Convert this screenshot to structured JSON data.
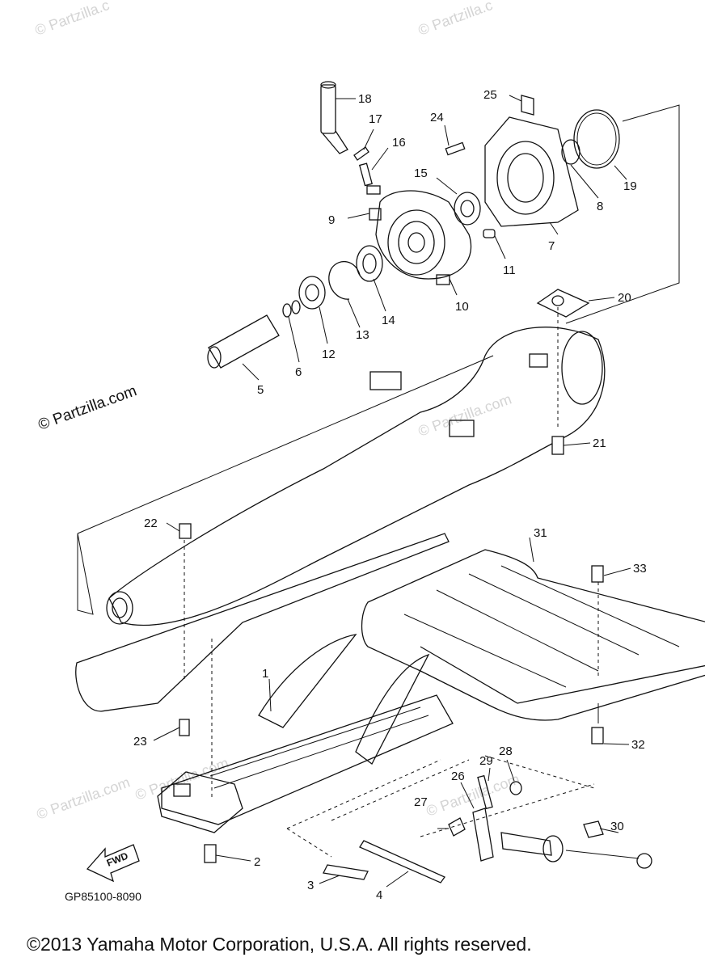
{
  "watermarks": {
    "top_left": "© Partzilla.c",
    "top_center": "© Partzilla.c",
    "left_main": "© Partzilla.com",
    "center": "© Partzilla.com",
    "lower_left": "© Partzilla.com",
    "lower_center": "© Partzilla.com",
    "lower_right": "© Partzilla.com"
  },
  "part_labels": [
    "1",
    "2",
    "3",
    "4",
    "5",
    "6",
    "7",
    "8",
    "9",
    "10",
    "11",
    "12",
    "13",
    "14",
    "15",
    "16",
    "17",
    "18",
    "19",
    "20",
    "21",
    "22",
    "23",
    "24",
    "25",
    "26",
    "27",
    "28",
    "29",
    "30",
    "31",
    "32",
    "33"
  ],
  "fwd_label": "FWD",
  "drawing_code": "GP85100-8090",
  "copyright": "©2013  Yamaha Motor Corporation, U.S.A. All rights reserved."
}
